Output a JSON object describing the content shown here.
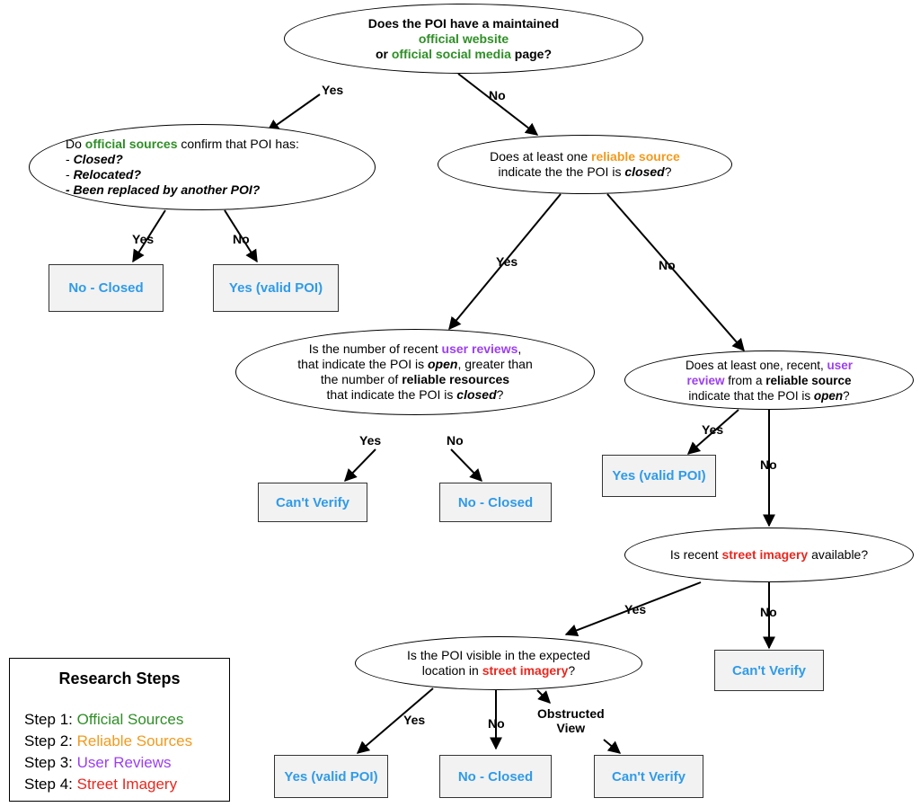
{
  "questions": {
    "q1": {
      "line1": "Does the POI have a maintained",
      "line2": "official website",
      "line3a": "or ",
      "line3b": "official social media",
      "line3c": " page?"
    },
    "q2": {
      "l1a": "Do ",
      "l1b": "official sources",
      "l1c": " confirm that POI has:",
      "l2a": "- ",
      "l2b": "Closed?",
      "l3a": "- ",
      "l3b": "Relocated?",
      "l4": "- Been replaced by another POI?"
    },
    "q3": {
      "l1a": "Does at least one ",
      "l1b": "reliable source",
      "l2a": "indicate the the POI is ",
      "l2b": "closed",
      "l2c": "?"
    },
    "q4": {
      "l1a": "Is the number of recent ",
      "l1b": "user reviews",
      "l1c": ",",
      "l2a": "that indicate the POI is ",
      "l2b": "open",
      "l2c": ", greater than",
      "l3a": "the number of ",
      "l3b": "reliable resources",
      "l4a": "that indicate the POI is ",
      "l4b": "closed",
      "l4c": "?"
    },
    "q5": {
      "l1a": "Does at least one, recent, ",
      "l1b": "user",
      "l2a": "review",
      "l2b": " from a ",
      "l2c": "reliable source",
      "l3a": "indicate that the POI is ",
      "l3b": "open",
      "l3c": "?"
    },
    "q6": {
      "l1a": "Is recent ",
      "l1b": "street imagery",
      "l1c": " available?"
    },
    "q7": {
      "l1": "Is the POI visible in the expected",
      "l2a": "location in ",
      "l2b": "street imagery",
      "l2c": "?"
    }
  },
  "outcomes": {
    "o1": "No - Closed",
    "o2": "Yes (valid POI)",
    "o3": "Can't Verify",
    "o4": "No - Closed",
    "o5": "Yes (valid POI)",
    "o6": "Can't Verify",
    "o7": "Yes (valid POI)",
    "o8": "No - Closed",
    "o9": "Can't Verify"
  },
  "edge_labels": {
    "e1": "Yes",
    "e2": "No",
    "e3": "Yes",
    "e4": "No",
    "e5": "Yes",
    "e6": "No",
    "e7": "Yes",
    "e8": "No",
    "e9": "Yes",
    "e10": "No",
    "e11": "Yes",
    "e12": "No",
    "e13": "Yes",
    "e14": "No",
    "e15a": "Obstructed",
    "e15b": "View"
  },
  "legend": {
    "title": "Research Steps",
    "steps": [
      {
        "prefix": "Step 1: ",
        "name": "Official Sources",
        "color": "#2f8f27"
      },
      {
        "prefix": "Step 2: ",
        "name": "Reliable Sources",
        "color": "#f29a1d"
      },
      {
        "prefix": "Step 3: ",
        "name": "User Reviews",
        "color": "#9b3ff0"
      },
      {
        "prefix": "Step 4: ",
        "name": "Street Imagery",
        "color": "#e8281f"
      }
    ]
  },
  "colors": {
    "official": "#2f8f27",
    "reliable": "#f29a1d",
    "user": "#9b3ff0",
    "street": "#e8281f",
    "outcome_text": "#2f9be8",
    "outcome_fill": "#f2f2f2"
  }
}
